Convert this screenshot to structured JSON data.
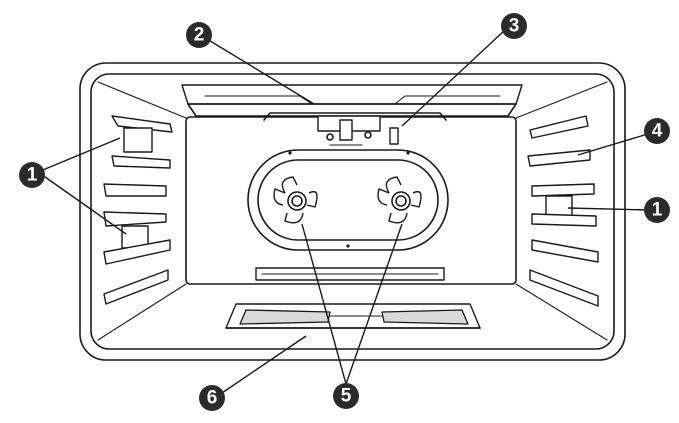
{
  "callouts": [
    {
      "id": "c1-left",
      "label": "1"
    },
    {
      "id": "c2",
      "label": "2"
    },
    {
      "id": "c3",
      "label": "3"
    },
    {
      "id": "c4",
      "label": "4"
    },
    {
      "id": "c1-right",
      "label": "1"
    },
    {
      "id": "c5",
      "label": "5"
    },
    {
      "id": "c6",
      "label": "6"
    }
  ]
}
